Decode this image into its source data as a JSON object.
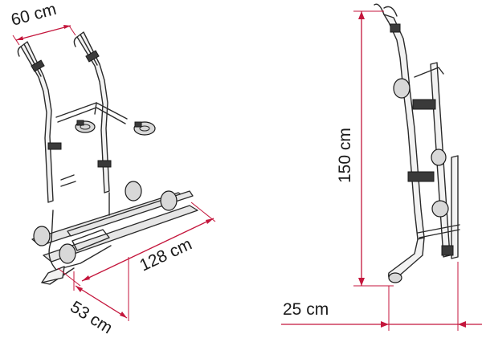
{
  "dimensions": {
    "width_top": "60 cm",
    "length": "128 cm",
    "depth_front": "53 cm",
    "height": "150 cm",
    "depth_side": "25 cm"
  },
  "colors": {
    "dimension_line": "#c4163c",
    "outline": "#2a2a2a",
    "text": "#1a1a1a"
  }
}
